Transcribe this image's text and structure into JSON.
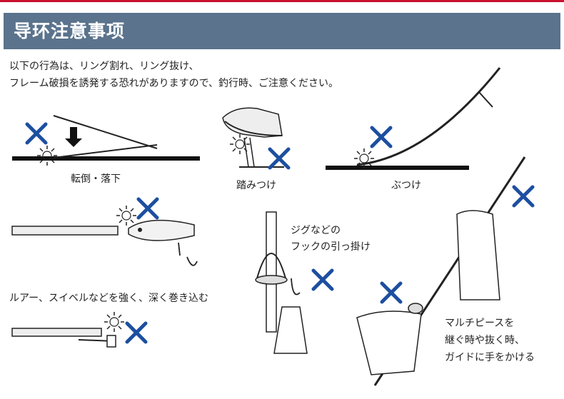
{
  "header": {
    "title": "导环注意事项"
  },
  "intro": {
    "line1": "以下の行為は、リング割れ、リング抜け、",
    "line2": "フレーム破損を誘発する恐れがありますので、釣行時、ご注意ください。"
  },
  "captions": {
    "fall_drop": "転倒・落下",
    "step_on": "踏みつけ",
    "bump": "ぶつけ",
    "lure_pull": "ルアー、スイベルなどを強く、深く巻き込む",
    "jig_hook_line1": "ジグなどの",
    "jig_hook_line2": "フックの引っ掛け",
    "multipiece_line1": "マルチピースを",
    "multipiece_line2": "継ぐ時や抜く時、",
    "multipiece_line3": "ガイドに手をかける"
  },
  "colors": {
    "header_bg": "#5b738c",
    "cross": "#1c4fa0",
    "top_line": "#c8102e"
  }
}
